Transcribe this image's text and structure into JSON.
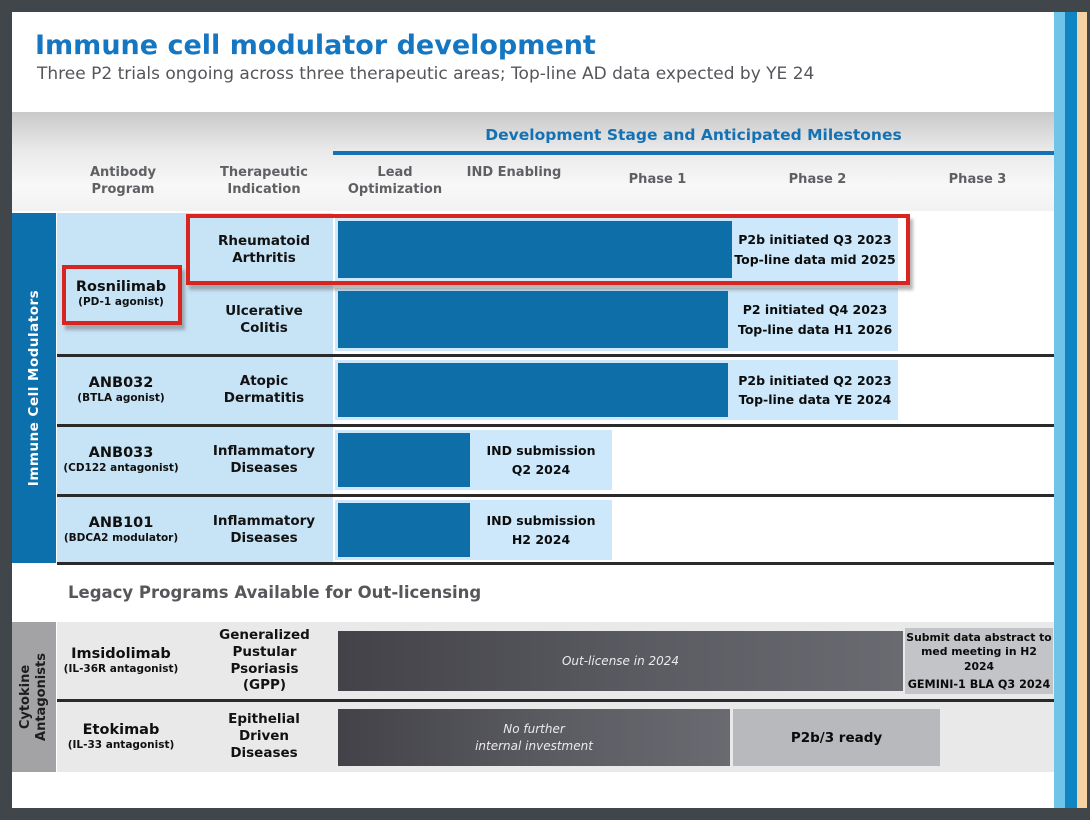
{
  "colors": {
    "title_blue": "#1577c1",
    "accent_blue": "#1471b3",
    "bar_blue": "#0d6ea8",
    "light_blue": "#cde8fa",
    "highlight_red": "#d9251f",
    "sidebar_gray": "#a3a3a5",
    "edge_light_blue": "#6fc4e9",
    "edge_blue": "#0f85c3",
    "edge_tan": "#f6d3a4"
  },
  "header": {
    "title": "Immune cell modulator development",
    "subtitle": "Three P2 trials ongoing across three therapeutic areas; Top-line AD data expected by YE 24"
  },
  "table": {
    "stage_header": "Development Stage and Anticipated Milestones",
    "columns": {
      "antibody": "Antibody Program",
      "indication": "Therapeutic Indication",
      "lead_opt": "Lead Optimization",
      "ind_enabling": "IND Enabling",
      "phase1": "Phase 1",
      "phase2": "Phase 2",
      "phase3": "Phase 3"
    }
  },
  "immune": {
    "sidebar": "Immune Cell Modulators",
    "groups": [
      {
        "program": "Rosnilimab",
        "program_sub": "(PD-1 agonist)",
        "rows": [
          {
            "indication": "Rheumatoid Arthritis",
            "milestone_1": "P2b initiated Q3 2023",
            "milestone_2": "Top-line data mid 2025"
          },
          {
            "indication": "Ulcerative Colitis",
            "milestone_1": "P2 initiated Q4 2023",
            "milestone_2": "Top-line data H1 2026"
          }
        ]
      },
      {
        "program": "ANB032",
        "program_sub": "(BTLA agonist)",
        "rows": [
          {
            "indication": "Atopic Dermatitis",
            "milestone_1": "P2b initiated Q2 2023",
            "milestone_2": "Top-line data YE 2024"
          }
        ]
      },
      {
        "program": "ANB033",
        "program_sub": "(CD122 antagonist)",
        "rows": [
          {
            "indication": "Inflammatory Diseases",
            "milestone_1": "IND submission",
            "milestone_2": "Q2 2024"
          }
        ]
      },
      {
        "program": "ANB101",
        "program_sub": "(BDCA2 modulator)",
        "rows": [
          {
            "indication": "Inflammatory Diseases",
            "milestone_1": "IND submission",
            "milestone_2": "H2 2024"
          }
        ]
      }
    ]
  },
  "legacy": {
    "heading": "Legacy Programs Available for Out-licensing",
    "sidebar_1": "Cytokine",
    "sidebar_2": "Antagonists",
    "rows": [
      {
        "program": "Imsidolimab",
        "program_sub": "(IL-36R antagonist)",
        "indication": "Generalized Pustular Psoriasis (GPP)",
        "bar_label_1": "Out-license in 2024",
        "bar_label_2": "",
        "milestone_1": "Submit data abstract to med meeting in H2 2024",
        "milestone_2": "GEMINI-1 BLA Q3 2024"
      },
      {
        "program": "Etokimab",
        "program_sub": "(IL-33 antagonist)",
        "indication": "Epithelial Driven Diseases",
        "bar_label_1": "No further",
        "bar_label_2": "internal investment",
        "milestone_1": "P2b/3 ready",
        "milestone_2": ""
      }
    ]
  }
}
